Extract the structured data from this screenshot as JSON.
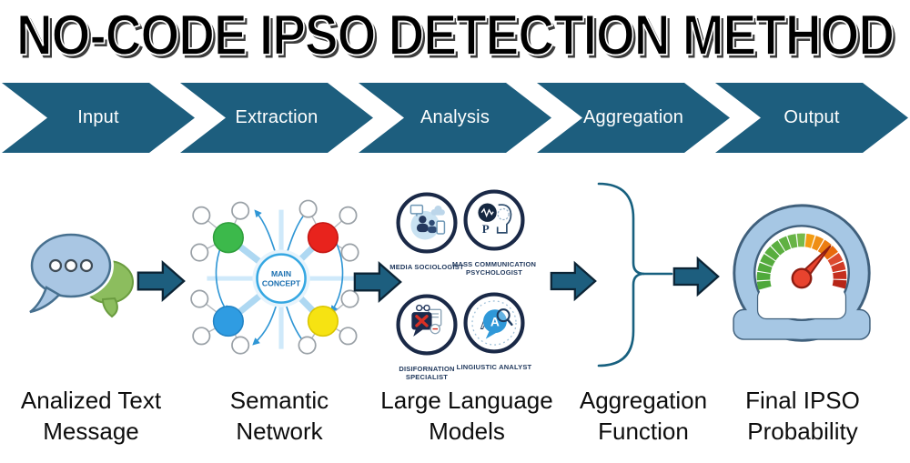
{
  "title": "NO-CODE IPSO DETECTION METHOD",
  "pipeline": {
    "stages": [
      "Input",
      "Extraction",
      "Analysis",
      "Aggregation",
      "Output"
    ]
  },
  "steps": [
    {
      "line1": "Analized Text",
      "line2": "Message"
    },
    {
      "line1": "Semantic",
      "line2": "Network"
    },
    {
      "line1": "Large Language",
      "line2": "Models"
    },
    {
      "line1": "Aggregation",
      "line2": "Function"
    },
    {
      "line1": "Final IPSO",
      "line2": "Probability"
    }
  ],
  "llm": {
    "badges": [
      "MEDIA SOCIOLOGIST",
      "MASS COMMUNICATION PSYCHOLOGIST",
      "DISIFORNATION SPECIALIST",
      "LINGIUSTIC ANALYST"
    ]
  },
  "network": {
    "center_line1": "MAIN",
    "center_line2": "CONCEPT",
    "node_colors": [
      "#3cb94b",
      "#e8231d",
      "#2f9ce2",
      "#f6e312"
    ]
  },
  "gauge": {
    "segment_colors": [
      "#4ea83a",
      "#4fa93b",
      "#52aa3c",
      "#55ab3d",
      "#58ad3e",
      "#5baf40",
      "#60b142",
      "#68b446",
      "#77ba4a",
      "#f39c12",
      "#ef8e15",
      "#ec7d11",
      "#e86a0d",
      "#dc4a2f",
      "#d13a26",
      "#c52e1e",
      "#b72517"
    ],
    "needle_color": "#e8432e",
    "frame_color": "#a6c7e4"
  },
  "colors": {
    "chevron_teal": "#1d5e7e",
    "arrow_border": "#0c2435",
    "brace_teal": "#17607f",
    "badge_ring_navy": "#1a2947",
    "label_navy": "#223a5e",
    "bubble_blue": "#a9c6e3",
    "bubble_green": "#8cbd5e"
  }
}
